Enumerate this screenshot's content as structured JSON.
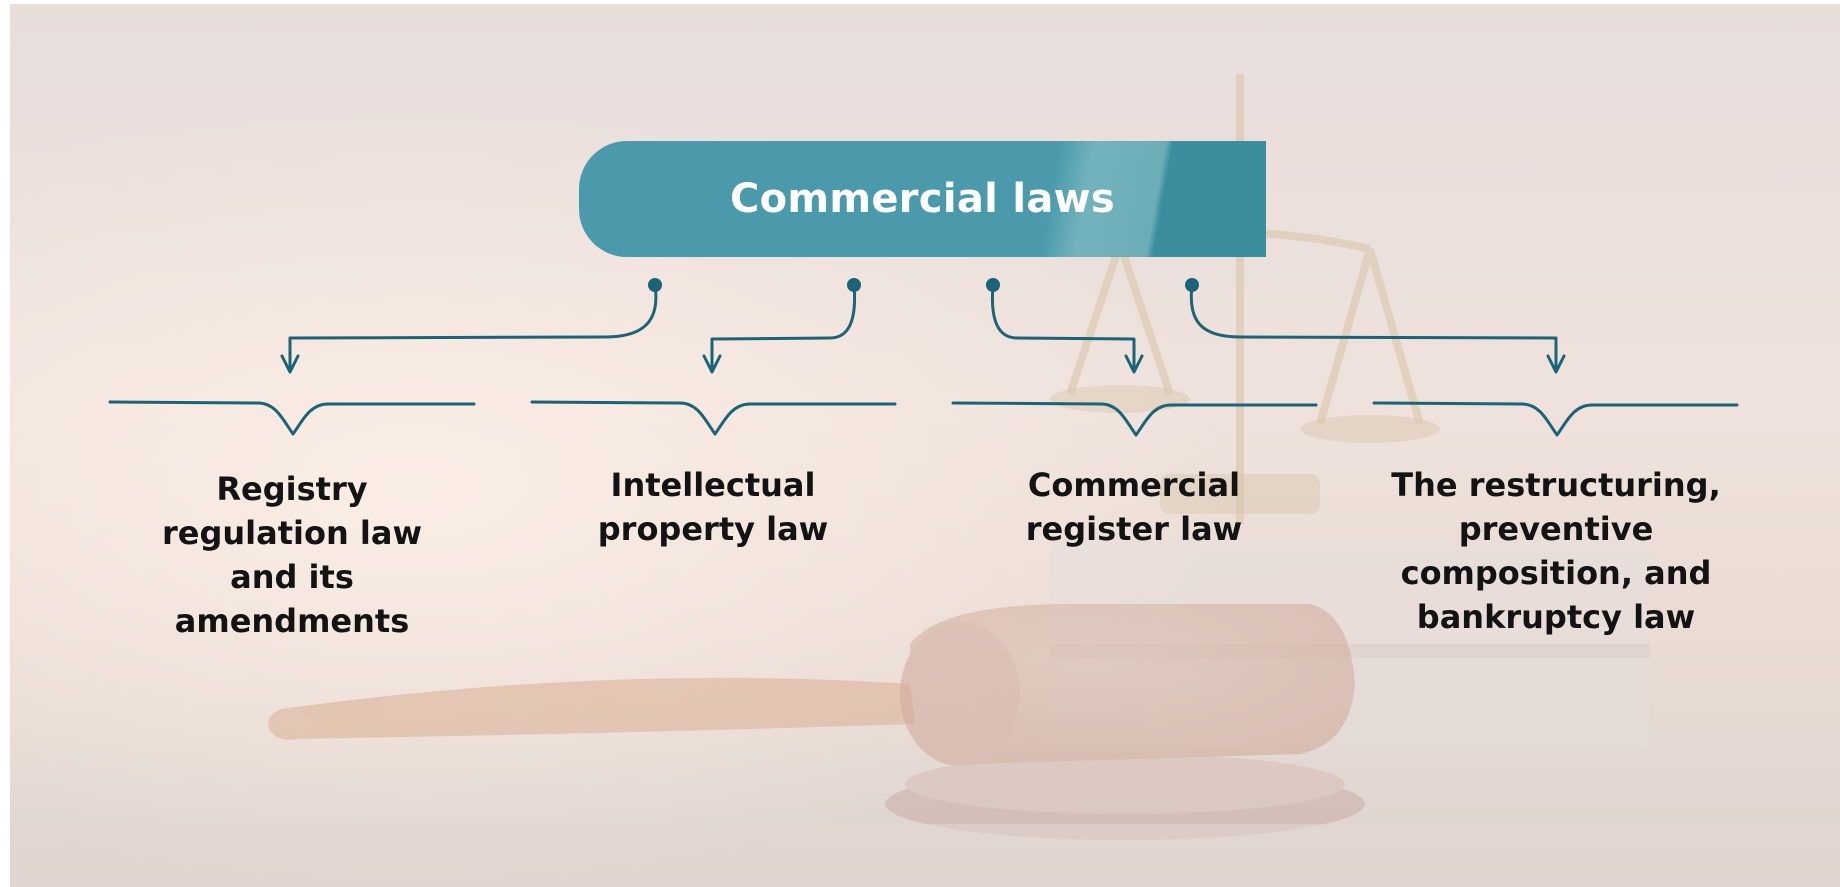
{
  "title": "Commercial laws",
  "categories": [
    {
      "label": "Registry\nregulation law\nand its\namendments"
    },
    {
      "label": "Intellectual\nproperty law"
    },
    {
      "label": "Commercial\nregister law"
    },
    {
      "label": "The restructuring,\npreventive\ncomposition, and\nbankruptcy law"
    }
  ],
  "colors": {
    "accent": "#1b6478",
    "title_box": "#4a9aab",
    "label_text": "#131313",
    "background": "#e8ddd9"
  },
  "background_image": "courtroom-gavel-and-scales"
}
